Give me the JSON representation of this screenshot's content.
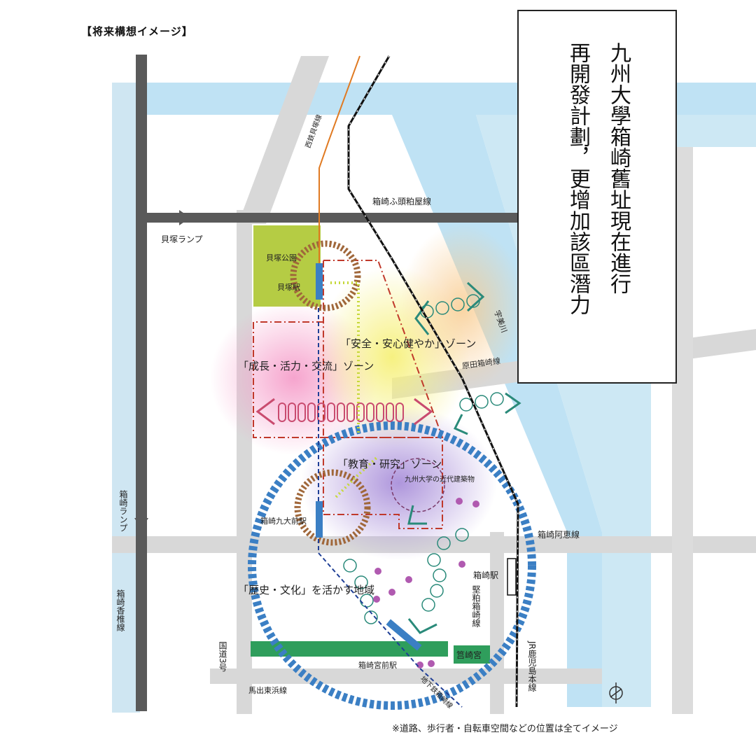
{
  "heading": "【将来構想イメージ】",
  "callout": {
    "line1": "九州大學箱崎舊址現在進行",
    "line2": "再開發計劃，更增加該區潛力"
  },
  "footnote": "※道路、歩行者・自転車空間などの位置は全てイメージ",
  "labels": {
    "hakozaki_fukuoka_line": "箱崎ふ頭粕屋線",
    "kaizuka_ramp": "貝塚ランプ",
    "kaizuka_park": "貝塚公園",
    "kaizuka_station": "貝塚駅",
    "nishitetsu_line": "西鉄貝塚線",
    "umi_river": "宇美川",
    "harada_line": "原田箱崎線",
    "hakozaki_ramp": "箱崎ランプ",
    "hakozaki_kyudai_station": "箱崎九大前駅",
    "hakozaki_aie_line": "箱崎阿恵線",
    "hakozaki_station": "箱崎駅",
    "kenkasu_line": "堅粕箱崎線",
    "hakozaki_kashii_line": "箱崎香椎線",
    "national_route_3": "国道3号",
    "hakozakigu_station": "箱崎宮前駅",
    "hakozakigu": "筥崎宮",
    "subway_line": "地下鉄箱崎線",
    "jr_line": "JR鹿児島本線",
    "badehigashi_line": "馬出東浜線",
    "kyudai_modern": "九州大学の近代建築物"
  },
  "zones": {
    "growth": "「成長・活力・交流」ゾーン",
    "safety": "「安全・安心健やか」ゾーン",
    "education": "「教育・研究」ゾーン",
    "history": "「歴史・文化」を活かす地域"
  },
  "colors": {
    "water": "#bfe2f4",
    "road": "#d6d6d6",
    "main_road": "#5a5a5a",
    "park": "#b5cc44",
    "green_band": "#2f9e5c",
    "zone_border": "#c0392b",
    "ring_blue": "#3b7fc4",
    "ring_brown": "#a0673a",
    "nishitetsu": "#e07a22",
    "subway": "#1f3f96",
    "teal": "#2a8a7a"
  }
}
